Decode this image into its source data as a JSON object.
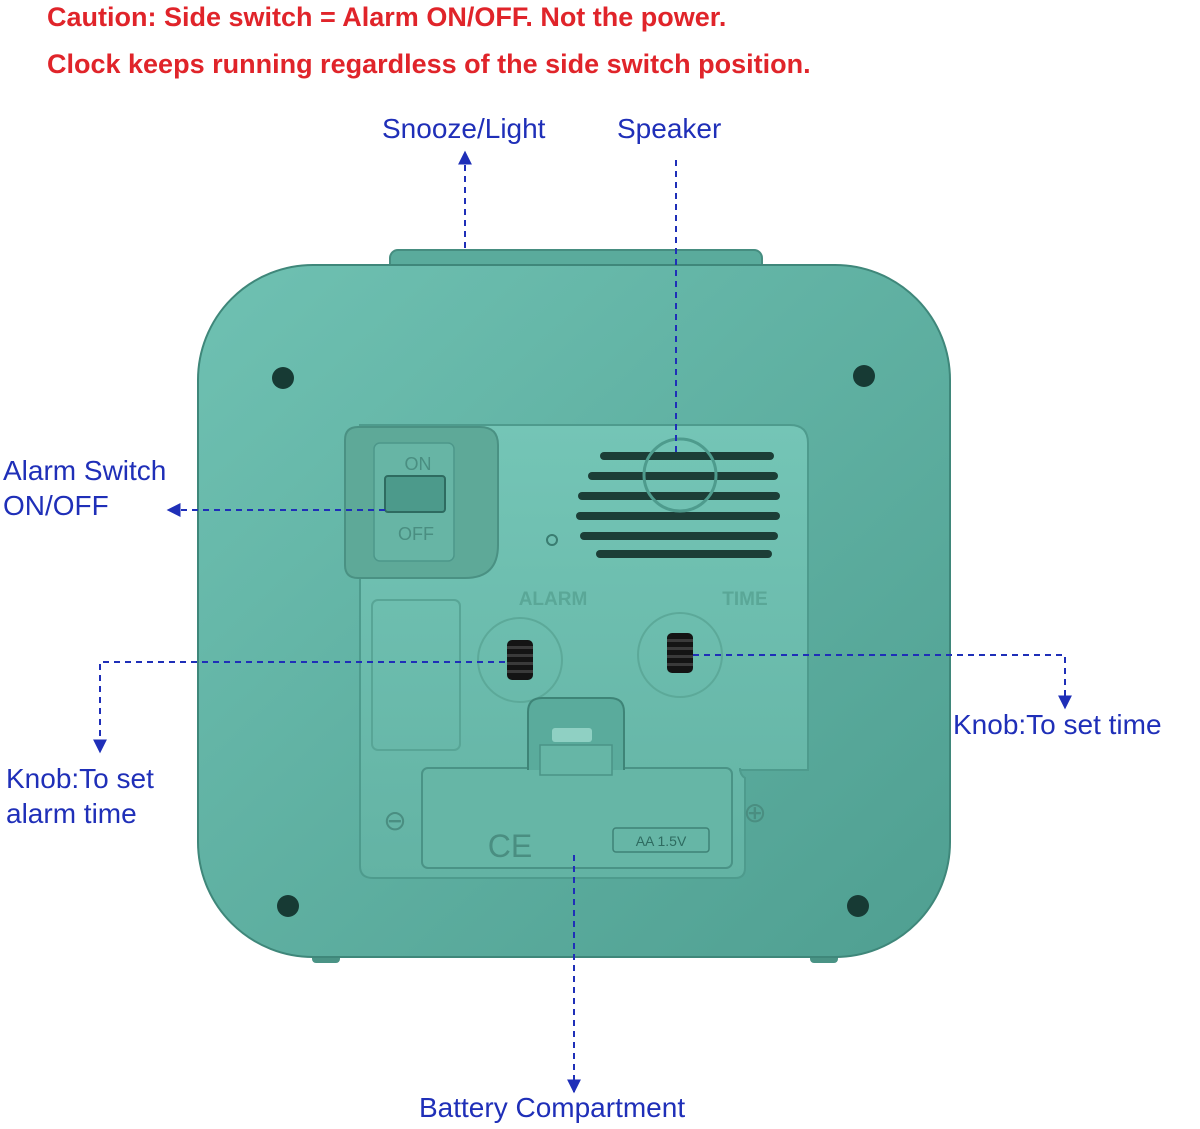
{
  "caution": {
    "line1": "Caution: Side switch = Alarm ON/OFF. Not the power.",
    "line2": "Clock keeps running regardless of the side switch position.",
    "color": "#e0242a"
  },
  "callouts": {
    "snooze_light": "Snooze/Light",
    "speaker": "Speaker",
    "alarm_switch_line1": "Alarm Switch",
    "alarm_switch_line2": "ON/OFF",
    "knob_alarm_line1": "Knob:To set",
    "knob_alarm_line2": "alarm time",
    "knob_time": "Knob:To set time",
    "battery": "Battery Compartment",
    "color": "#1f2fb8"
  },
  "device": {
    "switch_on": "ON",
    "switch_off": "OFF",
    "alarm_label": "ALARM",
    "time_label": "TIME",
    "battery_spec": "AA 1.5V",
    "ce_mark": "CE",
    "minus_sign": "⊖",
    "plus_sign": "⊕",
    "body_color": "#5fb3a4",
    "panel_color": "#6cbdae",
    "dark_color": "#173a34"
  }
}
